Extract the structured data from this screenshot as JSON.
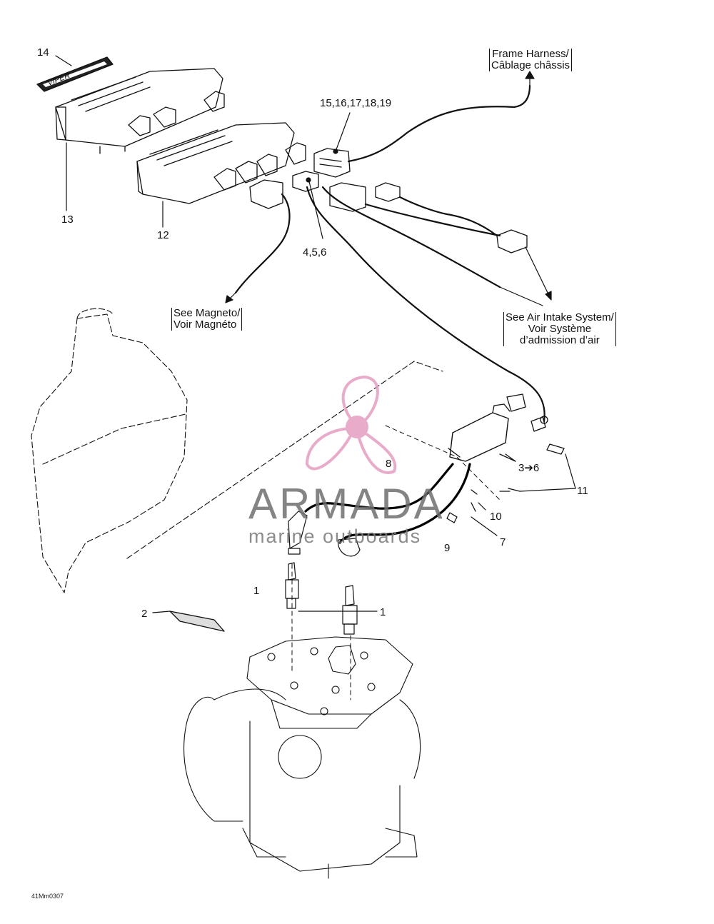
{
  "diagram": {
    "callouts": {
      "c14": "14",
      "c13": "13",
      "c12": "12",
      "c15_19": "15,16,17,18,19",
      "c4_6": "4,5,6",
      "c3_6": "3➔6",
      "c11": "11",
      "c10": "10",
      "c8": "8",
      "c9": "9",
      "c7": "7",
      "c1a": "1",
      "c1b": "1",
      "c2": "2"
    },
    "refs": {
      "frame_harness_line1": "Frame Harness/",
      "frame_harness_line2": "Câblage châssis",
      "magneto_line1": "See Magneto/",
      "magneto_line2": "Voir Magnéto",
      "air_intake_line1": "See Air Intake System/",
      "air_intake_line2": "Voir Système",
      "air_intake_line3": "d’admission d’air"
    },
    "decal_text": "VIPER",
    "drawing_code": "41Mm0307"
  },
  "watermark": {
    "brand": "ARMADA",
    "tagline": "marine outboards",
    "logo_color": "#e6a3c4",
    "text_color": "#6e6e6e"
  }
}
